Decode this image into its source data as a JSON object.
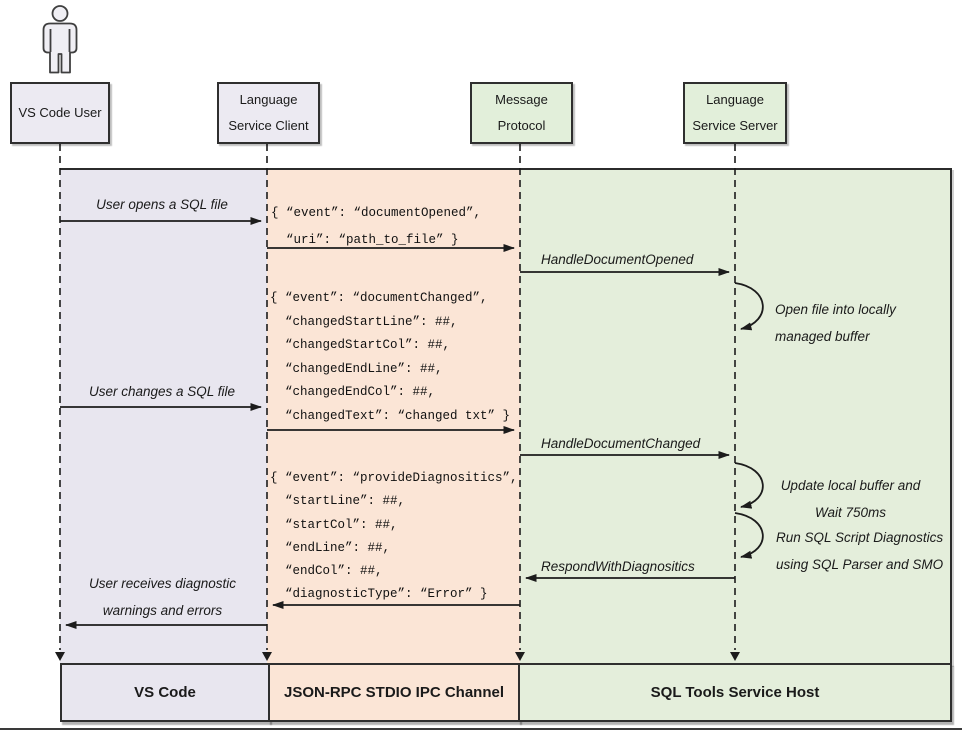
{
  "actors": {
    "user": {
      "line1": "VS Code User",
      "line2": ""
    },
    "client": {
      "line1": "Language",
      "line2": "Service Client"
    },
    "protocol": {
      "line1": "Message",
      "line2": "Protocol"
    },
    "server": {
      "line1": "Language",
      "line2": "Service Server"
    }
  },
  "user_actions": {
    "opens": "User opens a SQL file",
    "changes": "User changes a SQL file",
    "receives_1": "User receives diagnostic",
    "receives_2": "warnings and errors"
  },
  "rpc": {
    "doc_opened": [
      "{ “event”: “documentOpened”,",
      "  “uri”: “path_to_file” }"
    ],
    "doc_changed": [
      "{ “event”: “documentChanged”,",
      "  “changedStartLine”: ##,",
      "  “changedStartCol”: ##,",
      "  “changedEndLine”: ##,",
      "  “changedEndCol”: ##,",
      "  “changedText”: “changed txt” }"
    ],
    "diagnostics": [
      "{ “event”: “provideDiagnositics”,",
      "  “startLine”: ##,",
      "  “startCol”: ##,",
      "  “endLine”: ##,",
      "  “endCol”: ##,",
      "  “diagnosticType”: “Error” }"
    ]
  },
  "server_calls": {
    "handle_opened": "HandleDocumentOpened",
    "handle_changed": "HandleDocumentChanged",
    "respond": "RespondWithDiagnositics",
    "open_buffer_1": "Open file into locally",
    "open_buffer_2": "managed buffer",
    "update_buffer_1": "Update local buffer and",
    "update_buffer_2": "Wait 750ms",
    "run_diag_1": "Run SQL Script Diagnostics",
    "run_diag_2": "using SQL Parser and SMO"
  },
  "footer": {
    "vscode": "VS Code",
    "ipc": "JSON-RPC STDIO IPC Channel",
    "host": "SQL Tools Service Host"
  },
  "colors": {
    "vscode_lane": "#e8e6ef",
    "ipc_lane": "#fbe5d6",
    "host_lane": "#e4eedb",
    "box_border": "#2f2f2f",
    "line": "#1c1c1c"
  }
}
